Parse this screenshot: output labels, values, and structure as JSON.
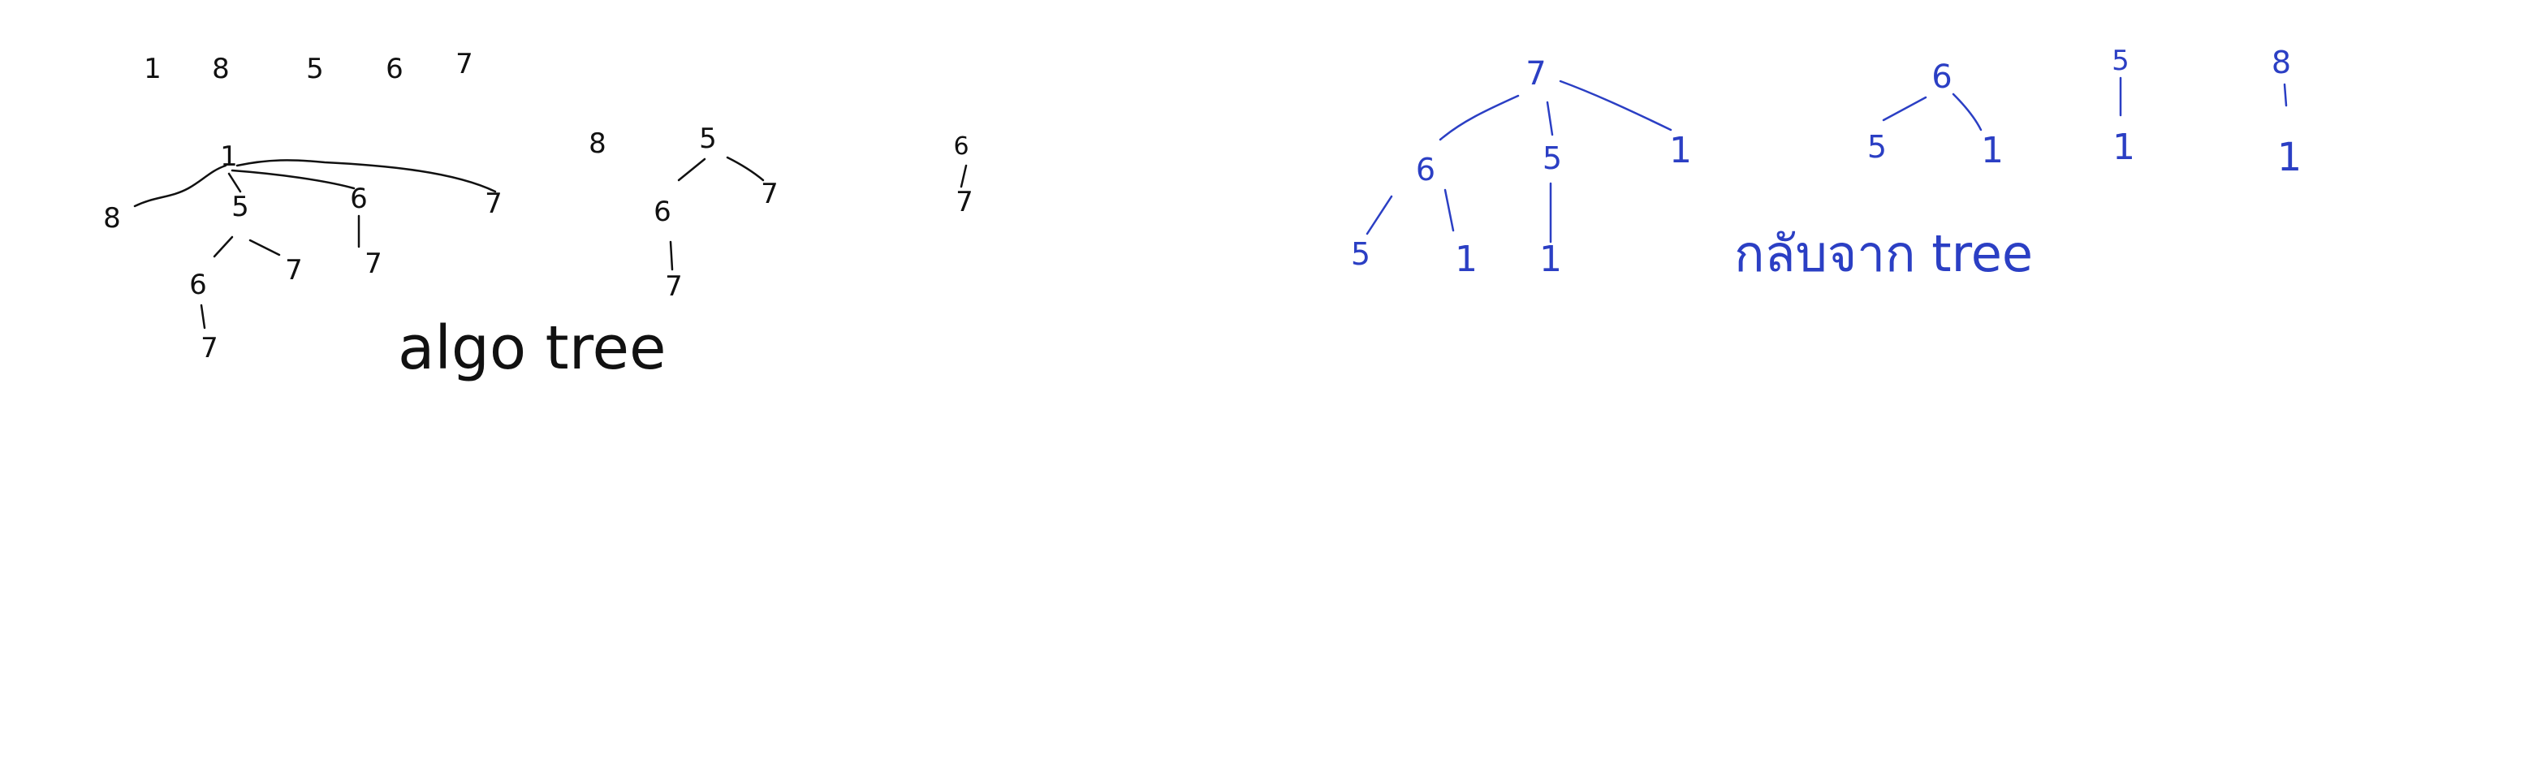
{
  "colors": {
    "background": "#ffffff",
    "ink_black": "#111111",
    "ink_blue": "#2b3fc4"
  },
  "left": {
    "sequence": [
      "1",
      "8",
      "5",
      "6",
      "7"
    ],
    "tree1": {
      "root": "1",
      "children": [
        "8",
        "5",
        "6",
        "7"
      ],
      "five_children": [
        "6",
        "7"
      ],
      "six_child": "7",
      "six2_child": "7"
    },
    "lone_8": "8",
    "tree2": {
      "root": "5",
      "children": [
        "6",
        "7"
      ],
      "six_child": "7"
    },
    "tree3": {
      "root": "6",
      "child": "7"
    },
    "caption": "algo tree"
  },
  "right": {
    "tree1": {
      "root": "7",
      "children": [
        "6",
        "5",
        "1"
      ],
      "six_children": [
        "5",
        "1"
      ],
      "five_child": "1"
    },
    "tree2": {
      "root": "6",
      "children": [
        "5",
        "1"
      ]
    },
    "tree3": {
      "root": "5",
      "child": "1"
    },
    "tree4": {
      "root": "8",
      "child": "1"
    },
    "caption": "กลับจาก tree"
  }
}
